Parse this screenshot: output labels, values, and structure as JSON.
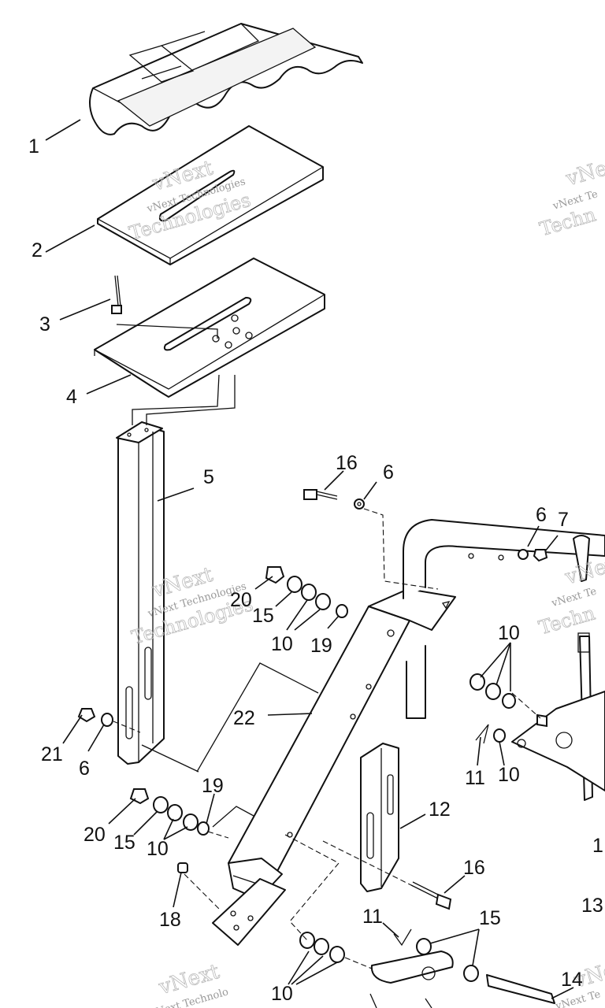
{
  "callouts": {
    "c1": "1",
    "c2": "2",
    "c3": "3",
    "c4": "4",
    "c5": "5",
    "c16a": "16",
    "c6a": "6",
    "c6b": "6",
    "c7": "7",
    "c20a": "20",
    "c15a": "15",
    "c10a": "10",
    "c19a": "19",
    "c10b": "10",
    "c22": "22",
    "c21": "21",
    "c6c": "6",
    "c11a": "11",
    "c10c": "10",
    "c19b": "19",
    "c20b": "20",
    "c15b": "15",
    "c10d": "10",
    "c12": "12",
    "c16b": "16",
    "c18": "18",
    "c11b": "11",
    "c15c": "15",
    "c13": "13",
    "c14": "14",
    "c10e": "10",
    "c1x": "1"
  },
  "watermark": {
    "brand": "vNext",
    "company": "vNext Technologies",
    "word": "Technologies",
    "company_partial": "vNext Te",
    "word_partial": "Techn",
    "company_partial2": "vNext Technolo"
  }
}
